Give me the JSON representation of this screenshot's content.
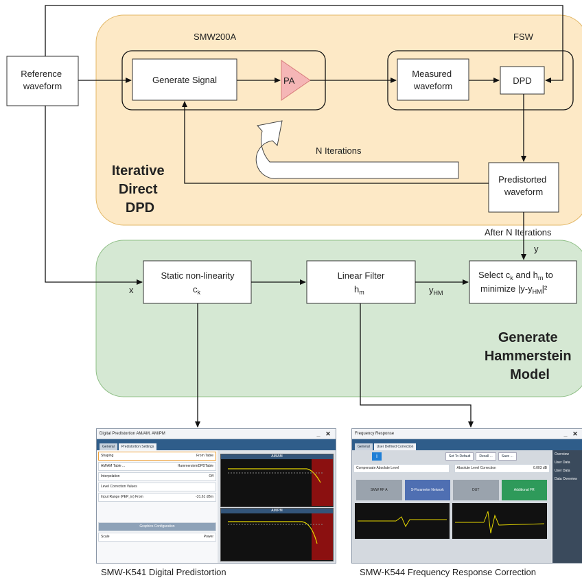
{
  "blocks": {
    "reference": [
      "Reference",
      "waveform"
    ],
    "generate_signal": "Generate Signal",
    "pa": "PA",
    "measured": [
      "Measured",
      "waveform"
    ],
    "dpd": "DPD",
    "predistorted": [
      "Predistorted",
      "waveform"
    ],
    "static": "Static non-linearity",
    "static_sub": "c",
    "static_sub_idx": "k",
    "linear": "Linear Filter",
    "linear_sub": "h",
    "linear_sub_idx": "m",
    "select_l1_a": "Select c",
    "select_l1_b": "k",
    "select_l1_c": " and h",
    "select_l1_d": "m",
    "select_l1_e": " to",
    "select_l2_a": "minimize |y-y",
    "select_l2_b": "HM",
    "select_l2_c": "|²"
  },
  "labels": {
    "smw": "SMW200A",
    "fsw": "FSW",
    "n_iterations": "N Iterations",
    "after_n": "After N Iterations",
    "y": "y",
    "x": "x",
    "yhm": "y",
    "yhm_sub": "HM",
    "iterative": [
      "Iterative",
      "Direct",
      "DPD"
    ],
    "hammerstein": [
      "Generate",
      "Hammerstein",
      "Model"
    ]
  },
  "screenshots": {
    "k541": {
      "title": "Digital Predistortion AM/AM, AM/PM",
      "tab_general": "General",
      "tab_settings": "Predistortion Settings",
      "rows": [
        {
          "label": "Shaping",
          "value": "From Table"
        },
        {
          "label": "AM/AM Table ...",
          "value": "HammersteinDPDTable"
        },
        {
          "label": "Interpolation",
          "value": "Off"
        },
        {
          "label": "Level Correction Values",
          "value": ""
        },
        {
          "label": "Input Range (PEP_in) From",
          "value": "-31.61 dBm"
        },
        {
          "label": "Scale",
          "value": "Power"
        }
      ],
      "plot1": "AM/AM",
      "plot2": "AM/PM",
      "footer": "Graphics Configuration"
    },
    "k544": {
      "title": "Frequency Response",
      "tab_general": "General",
      "tab_user": "User Defined Correction",
      "btn_default": "Set To Default",
      "btn_recall": "Recall ...",
      "btn_save": "Save ...",
      "compensate": "Compensate Absolute Level",
      "abs_level": "Absolute Level Correction",
      "abs_value": "0.003 dB",
      "side": [
        "Overview",
        "User Data",
        "User Data",
        "Data Overview"
      ],
      "chain": [
        "SMW RF A",
        "S-Parameter Network",
        "DUT",
        "Additional FR"
      ]
    }
  },
  "captions": {
    "k541": "SMW-K541 Digital Predistortion",
    "k544": "SMW-K544 Frequency Response Correction"
  }
}
